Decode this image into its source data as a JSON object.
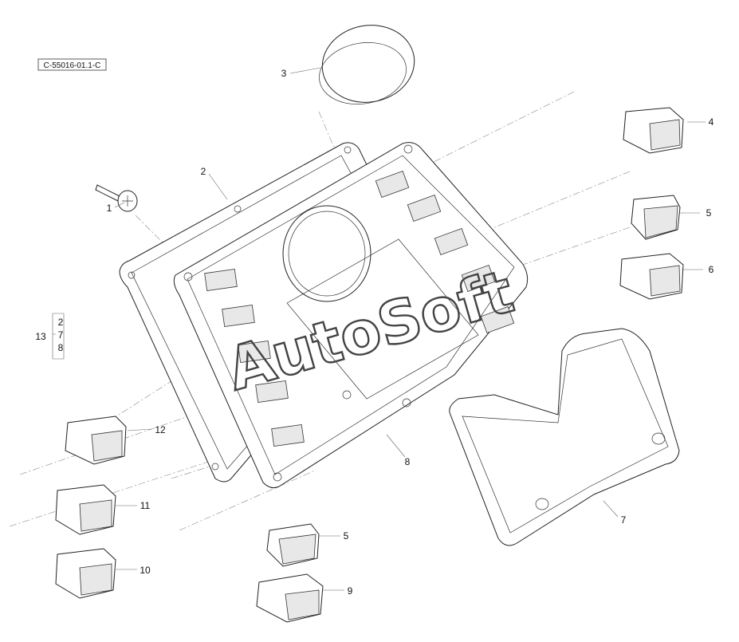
{
  "drawing": {
    "reference_code": "C-55016-01.1-C",
    "watermark": "AutoSoft"
  },
  "callouts": [
    {
      "id": "c1",
      "label": "1"
    },
    {
      "id": "c2",
      "label": "2"
    },
    {
      "id": "c3",
      "label": "3"
    },
    {
      "id": "c4",
      "label": "4"
    },
    {
      "id": "c5a",
      "label": "5"
    },
    {
      "id": "c6",
      "label": "6"
    },
    {
      "id": "c7",
      "label": "7"
    },
    {
      "id": "c8",
      "label": "8"
    },
    {
      "id": "c5b",
      "label": "5"
    },
    {
      "id": "c9",
      "label": "9"
    },
    {
      "id": "c10",
      "label": "10"
    },
    {
      "id": "c11",
      "label": "11"
    },
    {
      "id": "c12",
      "label": "12"
    }
  ],
  "assembly_group": {
    "label": "13",
    "members": [
      "2",
      "7",
      "8"
    ]
  }
}
